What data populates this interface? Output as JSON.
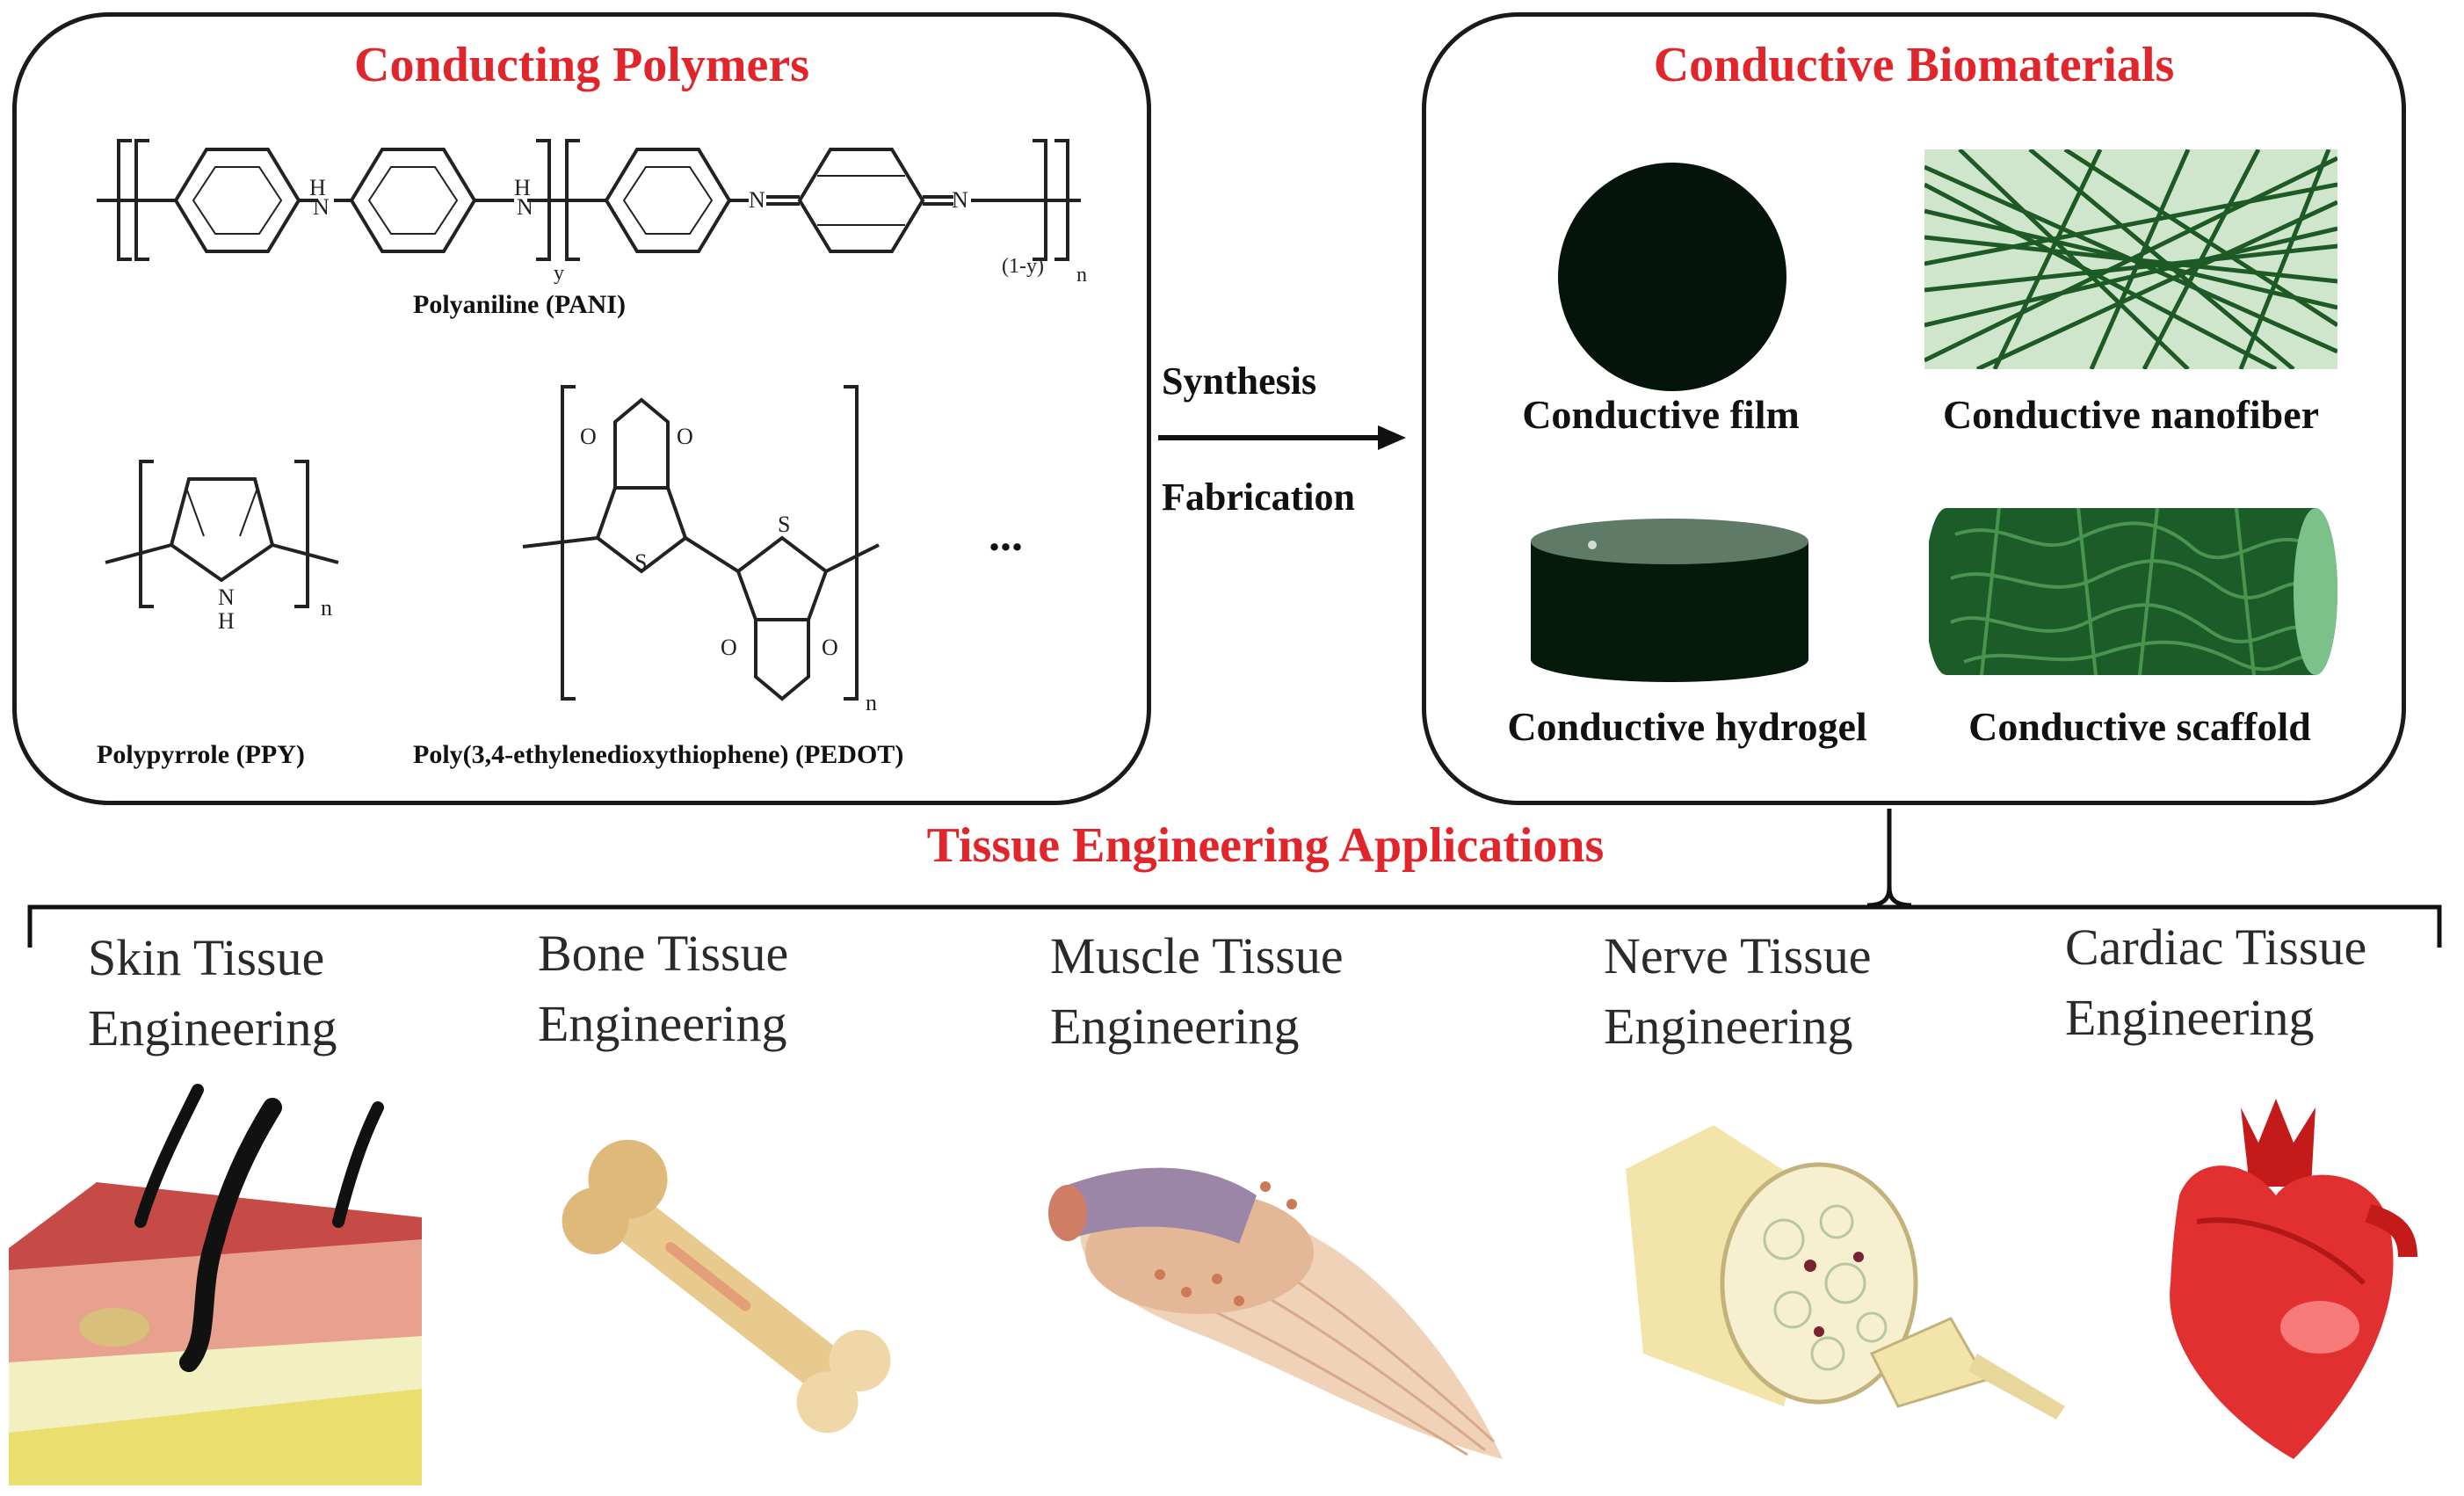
{
  "left_panel": {
    "title": "Conducting Polymers",
    "pani_label": "Polyaniline (PANI)",
    "ppy_label": "Polypyrrole (PPY)",
    "pedot_label": "Poly(3,4-ethylenedioxythiophene) (PEDOT)",
    "more": "..."
  },
  "arrow": {
    "label_top": "Synthesis",
    "label_bottom": "Fabrication"
  },
  "right_panel": {
    "title": "Conductive Biomaterials",
    "items": [
      {
        "label": "Conductive film"
      },
      {
        "label": "Conductive nanofiber"
      },
      {
        "label": "Conductive hydrogel"
      },
      {
        "label": "Conductive scaffold"
      }
    ]
  },
  "applications": {
    "title": "Tissue Engineering Applications",
    "items": [
      {
        "line1": "Skin Tissue",
        "line2": "Engineering",
        "icon": "skin-icon"
      },
      {
        "line1": "Bone Tissue",
        "line2": "Engineering",
        "icon": "bone-icon"
      },
      {
        "line1": "Muscle Tissue",
        "line2": "Engineering",
        "icon": "muscle-icon"
      },
      {
        "line1": "Nerve Tissue",
        "line2": "Engineering",
        "icon": "nerve-icon"
      },
      {
        "line1": "Cardiac Tissue",
        "line2": "Engineering",
        "icon": "heart-icon"
      }
    ]
  },
  "colors": {
    "title_red": "#e0262b",
    "biomaterial_green": "#1f5a2a",
    "skin": "#e89a8a",
    "bone": "#e8cf98",
    "heart": "#d81f1f"
  }
}
